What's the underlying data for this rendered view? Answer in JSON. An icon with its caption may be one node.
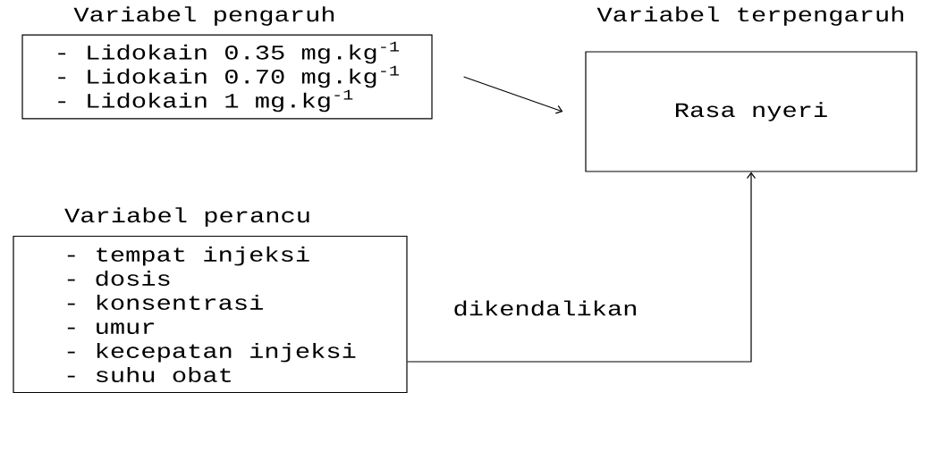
{
  "diagram": {
    "nodes": [
      {
        "text": [
          "Variabel pengaruh",
          "- Lidokain 0.35 mg.kg$^{-1}$",
          "- Lidokain 0.70 mg.kg$^{-1}$",
          "- Lidokain 1 mg.kg$^{-1}$"
        ]
      },
      {
        "text": [
          "Variabel terpengaruh",
          "Rasa nyeri"
        ]
      },
      {
        "text": [
          "Variabel perancu",
          "- tempat injeksi",
          "- dosis",
          "- konsentrasi",
          "- umur",
          "- kecepatan injeksi",
          "- suhu obat"
        ]
      }
    ],
    "edges": [
      {
        "from": 0,
        "to": 1,
        "arrow": "to"
      },
      {
        "from": 2,
        "to": 1,
        "arrow": "to",
        "label": "dikendalikan"
      }
    ]
  }
}
